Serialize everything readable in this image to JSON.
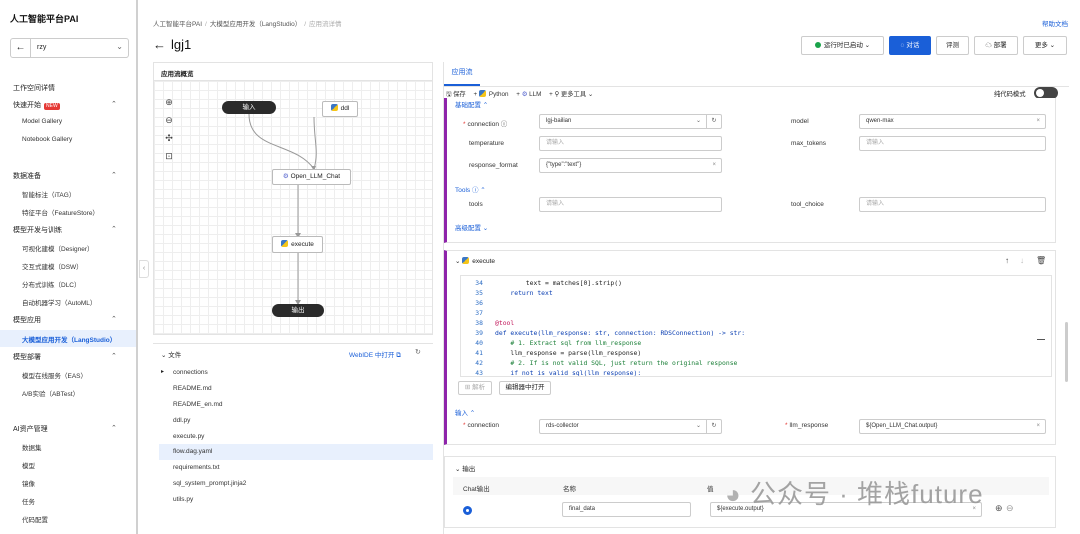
{
  "app": {
    "title": "人工智能平台PAI"
  },
  "workspace": {
    "name": "rzy"
  },
  "sidebar": {
    "workspace_detail": "工作空间详情",
    "quick_start": "快速开始",
    "new_badge": "NEW",
    "quick_items": [
      "Model Gallery",
      "Notebook Gallery"
    ],
    "data_prep": "数据准备",
    "data_items": [
      "智能标注（iTAG）",
      "特征平台（FeatureStore）"
    ],
    "model_dev": "模型开发与训练",
    "dev_items": [
      "可视化建模（Designer）",
      "交互式建模（DSW）",
      "分布式训练（DLC）",
      "自动机器学习（AutoML）"
    ],
    "model_app": "模型应用",
    "app_items": [
      "大模型应用开发（LangStudio）"
    ],
    "model_deploy": "模型部署",
    "deploy_items": [
      "模型在线服务（EAS）",
      "A/B实验（ABTest）"
    ],
    "asset_mgmt": "AI资产管理",
    "asset_items": [
      "数据集",
      "模型",
      "镜像",
      "任务",
      "代码配置"
    ]
  },
  "breadcrumb": [
    "人工智能平台PAI",
    "大模型应用开发（LangStudio）",
    "应用流详情"
  ],
  "header": {
    "help": "帮助文档",
    "title": "lgj1",
    "runtime_btn": "运行时已启动",
    "chat_btn": "对话",
    "eval_btn": "评测",
    "deploy_btn": "部署",
    "more_btn": "更多"
  },
  "canvas": {
    "title": "应用流概览",
    "nodes": {
      "input": "输入",
      "ddl": "ddl",
      "llm": "Open_LLM_Chat",
      "execute": "execute",
      "output": "输出"
    }
  },
  "files": {
    "title": "文件",
    "webide": "WebIDE 中打开",
    "items": [
      "connections",
      "README.md",
      "README_en.md",
      "ddl.py",
      "execute.py",
      "flow.dag.yaml",
      "requirements.txt",
      "sql_system_prompt.jinja2",
      "utils.py"
    ],
    "selected": "flow.dag.yaml"
  },
  "right": {
    "tab": "应用流",
    "toolbar": {
      "save": "保存",
      "python": "Python",
      "llm": "LLM",
      "more_tools": "更多工具",
      "low_code": "纯代码模式"
    },
    "basic_config": "基础配置",
    "connection_label": "connection",
    "connection_value": "lgj-bailian",
    "model_label": "model",
    "model_value": "qwen-max",
    "temperature_label": "temperature",
    "temperature_ph": "请输入",
    "max_tokens_label": "max_tokens",
    "max_tokens_ph": "请输入",
    "response_format_label": "response_format",
    "response_format_value": "{\"type\":\"text\"}",
    "tools_section": "Tools",
    "tools_label": "tools",
    "tools_ph": "请输入",
    "tool_choice_label": "tool_choice",
    "tool_choice_ph": "请输入",
    "advanced": "高级配置",
    "execute_title": "execute",
    "code": [
      {
        "n": "34",
        "t": "        text = matches[0].strip()"
      },
      {
        "n": "35",
        "t": "    return text"
      },
      {
        "n": "36",
        "t": ""
      },
      {
        "n": "37",
        "t": ""
      },
      {
        "n": "38",
        "t": "@tool"
      },
      {
        "n": "39",
        "t": "def execute(llm_response: str, connection: RDSConnection) -> str:"
      },
      {
        "n": "40",
        "t": "    # 1. Extract sql from llm_response"
      },
      {
        "n": "41",
        "t": "    llm_response = parse(llm_response)"
      },
      {
        "n": "42",
        "t": "    # 2. If is not valid SQL, just return the original response"
      },
      {
        "n": "43",
        "t": "    if not is_valid_sql(llm_response):"
      }
    ],
    "parse_btn": "解析",
    "open_editor_btn": "编辑器中打开",
    "input_section": "输入",
    "exec_connection_label": "connection",
    "exec_connection_value": "rds-collector",
    "llm_response_label": "llm_response",
    "llm_response_value": "${Open_LLM_Chat.output}",
    "output_title": "输出",
    "output_cols": [
      "Chat输出",
      "名称",
      "值"
    ],
    "output_name": "final_data",
    "output_value": "${execute.output}"
  },
  "watermark": "公众号 · 堆栈future"
}
